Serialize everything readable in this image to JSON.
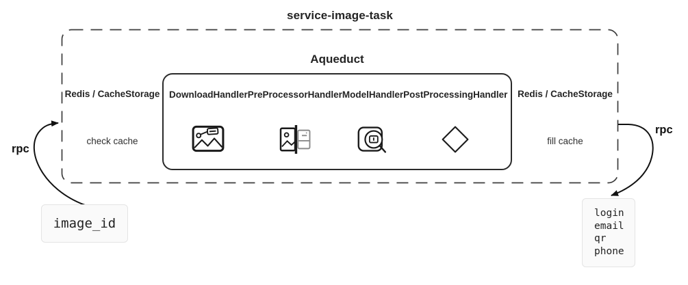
{
  "service": {
    "title": "service-image-task"
  },
  "aqueduct": {
    "title": "Aqueduct",
    "handlers": [
      {
        "label": "DownloadHandler",
        "icon": "image-tag-icon"
      },
      {
        "label": "PreProcessorHandler",
        "icon": "image-split-icon"
      },
      {
        "label": "ModelHandler",
        "icon": "image-inspect-icon"
      },
      {
        "label": "PostProcessingHandler",
        "icon": "diamond-icon"
      }
    ]
  },
  "cache_left": {
    "label": "Redis / CacheStorage",
    "action": "check cache"
  },
  "cache_right": {
    "label": "Redis / CacheStorage",
    "action": "fill cache"
  },
  "rpc_left": {
    "label": "rpc"
  },
  "rpc_right": {
    "label": "rpc"
  },
  "request_box": {
    "text": "image_id"
  },
  "response_box": {
    "lines": [
      "login",
      "email",
      "qr",
      "phone"
    ]
  },
  "colors": {
    "stroke": "#333333",
    "dashed_border": "#3d3d3d",
    "icon_stroke": "#1a1a1a",
    "icon_muted": "#8a8a8a",
    "code_box_bg": "#fafafa",
    "code_box_border": "#e4e4e4",
    "text": "#222222"
  }
}
